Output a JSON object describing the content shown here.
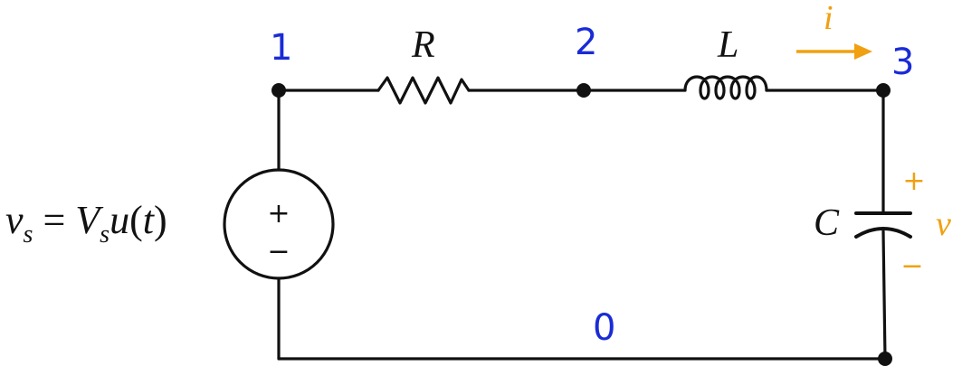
{
  "nodes": {
    "n1": "1",
    "n2": "2",
    "n3": "3",
    "n0": "0"
  },
  "components": {
    "resistor": "R",
    "inductor": "L",
    "capacitor": "C"
  },
  "source": {
    "v": "v",
    "v_sub": "s",
    "eq": " = ",
    "V": "V",
    "V_sub": "s",
    "u": "u",
    "paren_open": "(",
    "t": "t",
    "paren_close": ")",
    "plus": "+",
    "minus": "−"
  },
  "current": {
    "label": "i"
  },
  "capacitor_voltage": {
    "label": "v",
    "plus": "+",
    "minus": "−"
  },
  "colors": {
    "node_labels": "#1a2bd6",
    "annotations": "#f0a010",
    "wires": "#111111"
  }
}
